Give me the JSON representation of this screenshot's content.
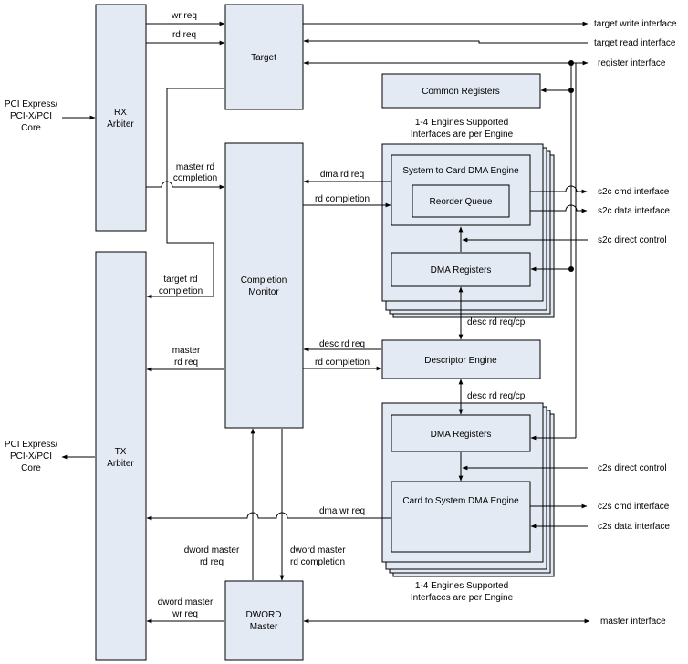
{
  "blocks": {
    "rx_arbiter": [
      "RX",
      "Arbiter"
    ],
    "tx_arbiter": [
      "TX",
      "Arbiter"
    ],
    "target": "Target",
    "completion_monitor": [
      "Completion",
      "Monitor"
    ],
    "dword_master": [
      "DWORD",
      "Master"
    ],
    "common_registers": "Common Registers",
    "s2c_engine": "System to Card DMA Engine",
    "reorder_queue": "Reorder Queue",
    "s2c_dma_registers": "DMA Registers",
    "descriptor_engine": "Descriptor Engine",
    "c2s_dma_registers": "DMA Registers",
    "c2s_engine": "Card to System DMA Engine"
  },
  "notes": {
    "engines_top": [
      "1-4 Engines Supported",
      "Interfaces are per Engine"
    ],
    "engines_bottom": [
      "1-4 Engines Supported",
      "Interfaces are per Engine"
    ]
  },
  "external": {
    "pci_in": [
      "PCI Express/",
      "PCI-X/PCI",
      "Core"
    ],
    "pci_out": [
      "PCI Express/",
      "PCI-X/PCI",
      "Core"
    ],
    "target_write_interface": "target write interface",
    "target_read_interface": "target read interface",
    "register_interface": "register interface",
    "s2c_cmd_interface": "s2c cmd interface",
    "s2c_data_interface": "s2c data interface",
    "s2c_direct_control": "s2c direct control",
    "c2s_direct_control": "c2s direct control",
    "c2s_cmd_interface": "c2s cmd interface",
    "c2s_data_interface": "c2s data interface",
    "master_interface": "master interface"
  },
  "signals": {
    "wr_req": "wr req",
    "rd_req": "rd req",
    "master_rd_completion": [
      "master rd",
      "completion"
    ],
    "target_rd_completion": [
      "target rd",
      "completion"
    ],
    "master_rd_req": [
      "master",
      "rd req"
    ],
    "dma_rd_req": "dma rd req",
    "rd_completion_1": "rd completion",
    "desc_rd_req": "desc rd req",
    "rd_completion_2": "rd completion",
    "desc_rd_req_cpl_1": "desc rd req/cpl",
    "desc_rd_req_cpl_2": "desc rd req/cpl",
    "dma_wr_req": "dma wr req",
    "dword_master_rd_req": [
      "dword master",
      "rd req"
    ],
    "dword_master_rd_completion": [
      "dword master",
      "rd completion"
    ],
    "dword_master_wr_req": [
      "dword master",
      "wr req"
    ]
  },
  "colors": {
    "block_fill": "#e4eaf4",
    "line": "#000000"
  }
}
